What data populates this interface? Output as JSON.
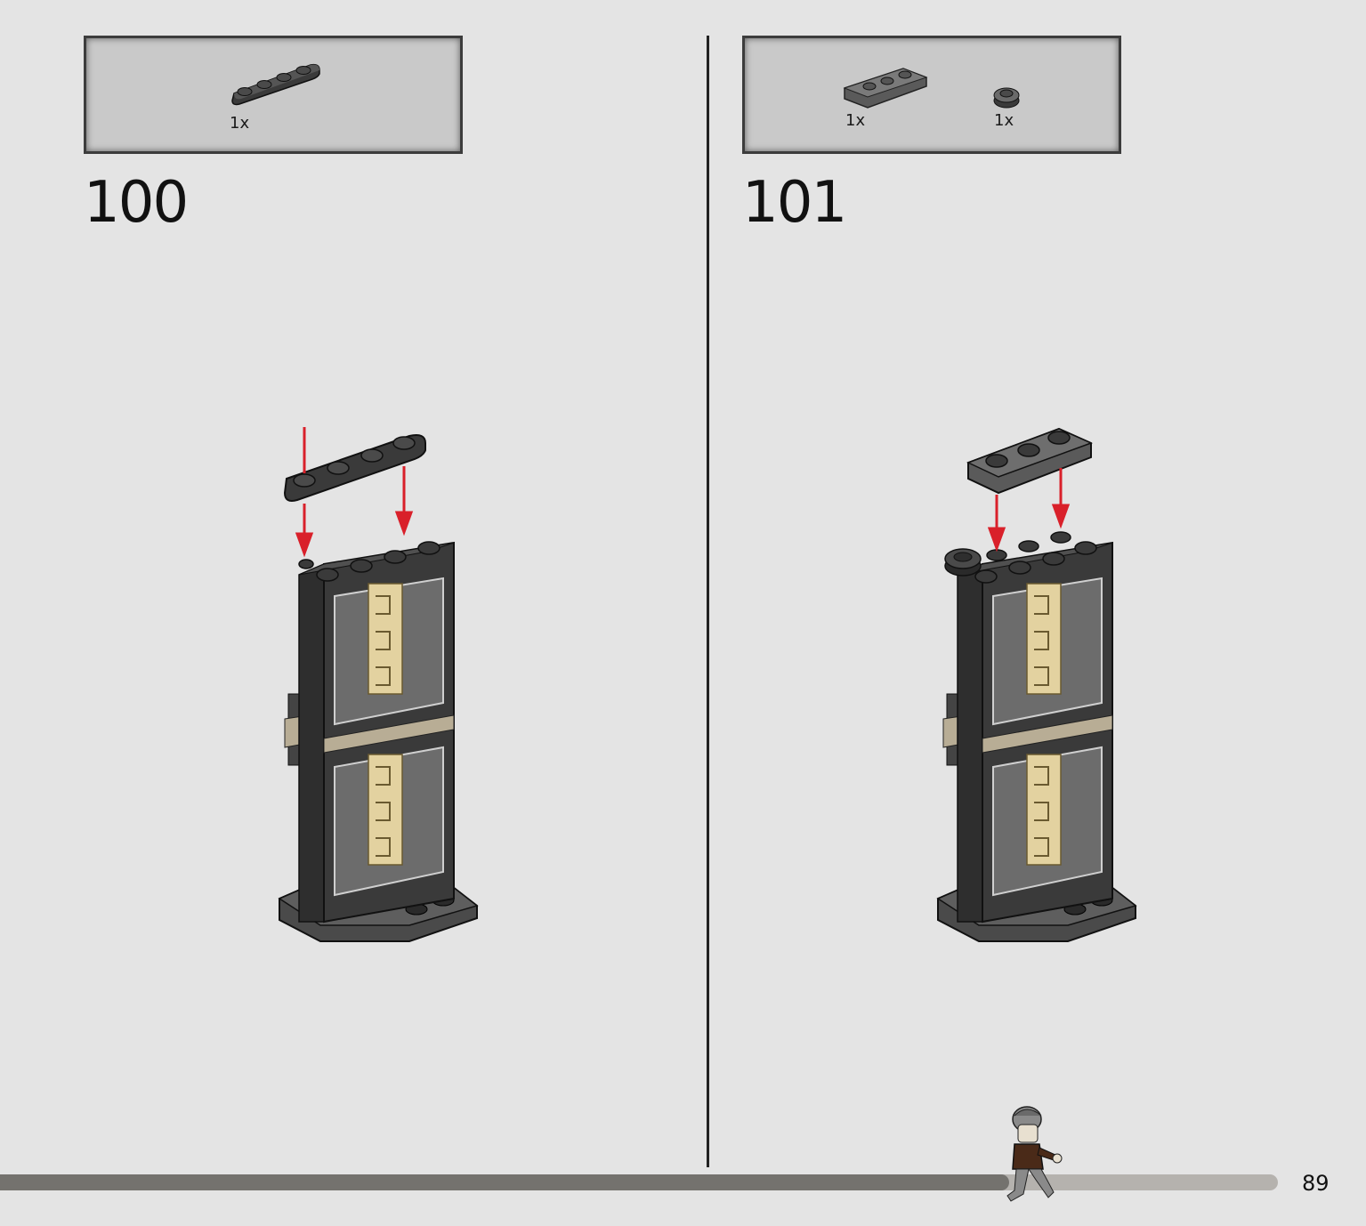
{
  "steps": [
    {
      "number": "100",
      "parts": [
        {
          "qty": "1x",
          "icon": "dark-gray-plate-1x4-rounded-icon"
        }
      ]
    },
    {
      "number": "101",
      "parts": [
        {
          "qty": "1x",
          "icon": "dark-gray-plate-1x3-icon"
        },
        {
          "qty": "1x",
          "icon": "round-plate-1x1-icon"
        }
      ]
    }
  ],
  "footer": {
    "page_number": "89",
    "progress": 0.79
  },
  "colors": {
    "background": "#e4e4e4",
    "arrow": "#d9202a",
    "brick_dark": "#3a3a3a",
    "tan": "#e3d2a0",
    "progress_fill": "#74726e",
    "progress_track": "#b5b2ae"
  }
}
